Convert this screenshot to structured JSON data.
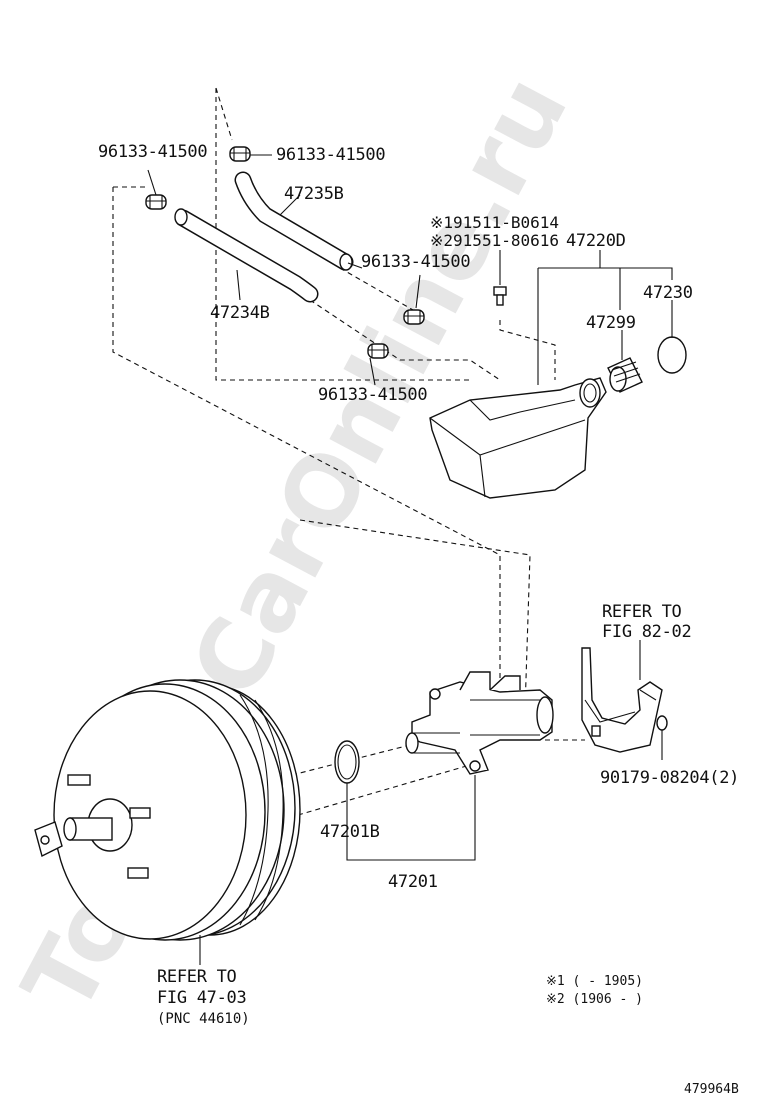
{
  "watermark": "ToyotaCarOnline.ru",
  "labels": {
    "clip_a": "96133-41500",
    "clip_b": "96133-41500",
    "clip_c": "96133-41500",
    "clip_d": "96133-41500",
    "hose_upper": "47235B",
    "hose_lower": "47234B",
    "bolt_1": "※191511-B0614",
    "bolt_2": "※291551-80616",
    "reservoir": "47220D",
    "cap": "47230",
    "strainer": "47299",
    "refer_82_line1": "REFER TO",
    "refer_82_line2": "FIG 82-02",
    "bracket_bolt": "90179-08204(2)",
    "oring": "47201B",
    "master_cylinder": "47201",
    "refer_47_line1": "REFER TO",
    "refer_47_line2": "FIG 47-03",
    "refer_47_line3": "(PNC 44610)",
    "note_1": "※1 (     - 1905)",
    "note_2": "※2 (1906 -     )",
    "figure_id": "479964B"
  }
}
